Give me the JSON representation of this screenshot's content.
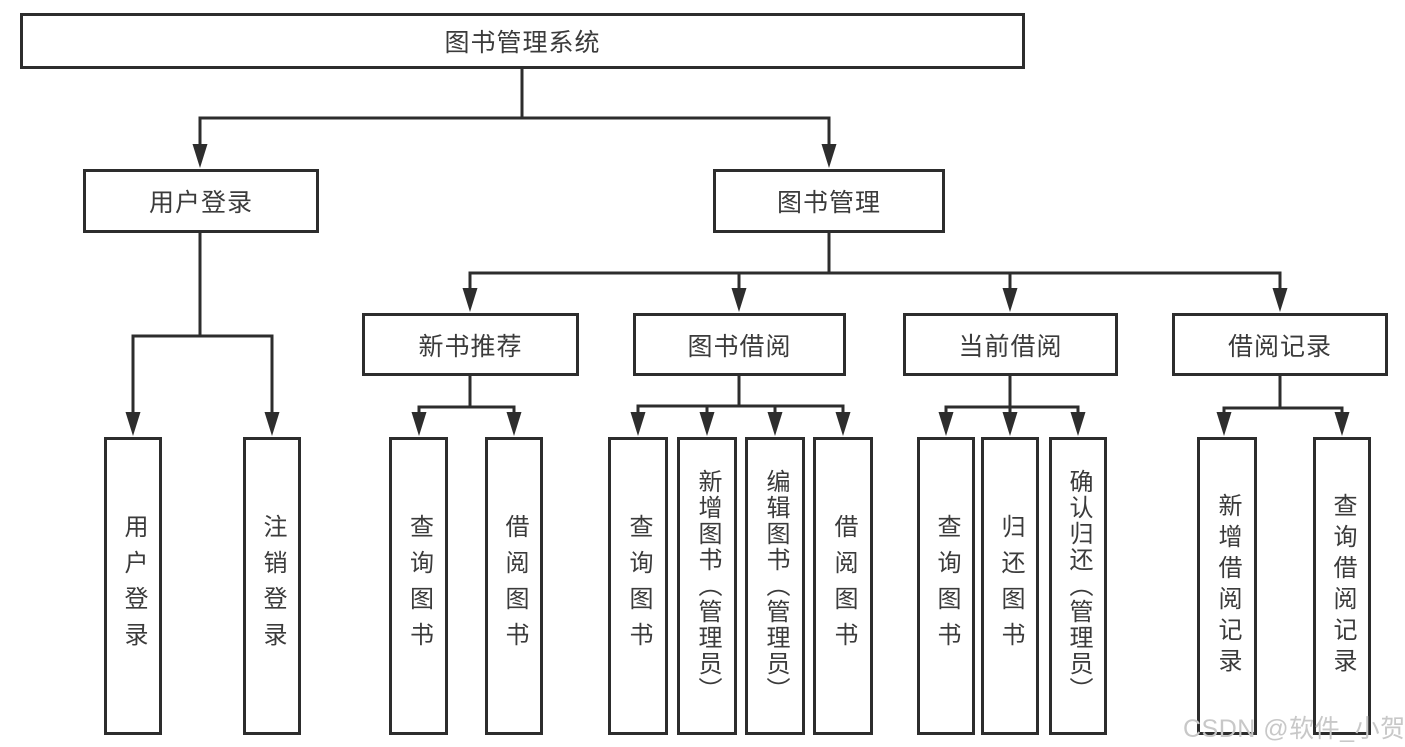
{
  "diagram": {
    "root": "图书管理系统",
    "branches": {
      "user_login": {
        "label": "用户登录",
        "children": {
          "login": "用户登录",
          "logout": "注销登录"
        }
      },
      "book_management": {
        "label": "图书管理",
        "children": {
          "new_book_recommend": {
            "label": "新书推荐",
            "children": {
              "query_books": "查询图书",
              "borrow_books": "借阅图书"
            }
          },
          "book_borrowing": {
            "label": "图书借阅",
            "children": {
              "query_books": "查询图书",
              "add_books_admin": "新增图书（管理员）",
              "edit_books_admin": "编辑图书（管理员）",
              "borrow_books": "借阅图书"
            }
          },
          "current_borrowing": {
            "label": "当前借阅",
            "children": {
              "query_books": "查询图书",
              "return_books": "归还图书",
              "confirm_return_admin": "确认归还（管理员）"
            }
          },
          "borrowing_records": {
            "label": "借阅记录",
            "children": {
              "add_record": "新增借阅记录",
              "query_record": "查询借阅记录"
            }
          }
        }
      }
    }
  },
  "watermark": {
    "text": "CSDN @软件_小贺同学",
    "color": "#c8c8c8"
  },
  "colors": {
    "line": "#2d2d2d",
    "box_border": "#2d2d2d",
    "text": "#3b3b3b",
    "background": "#ffffff"
  }
}
